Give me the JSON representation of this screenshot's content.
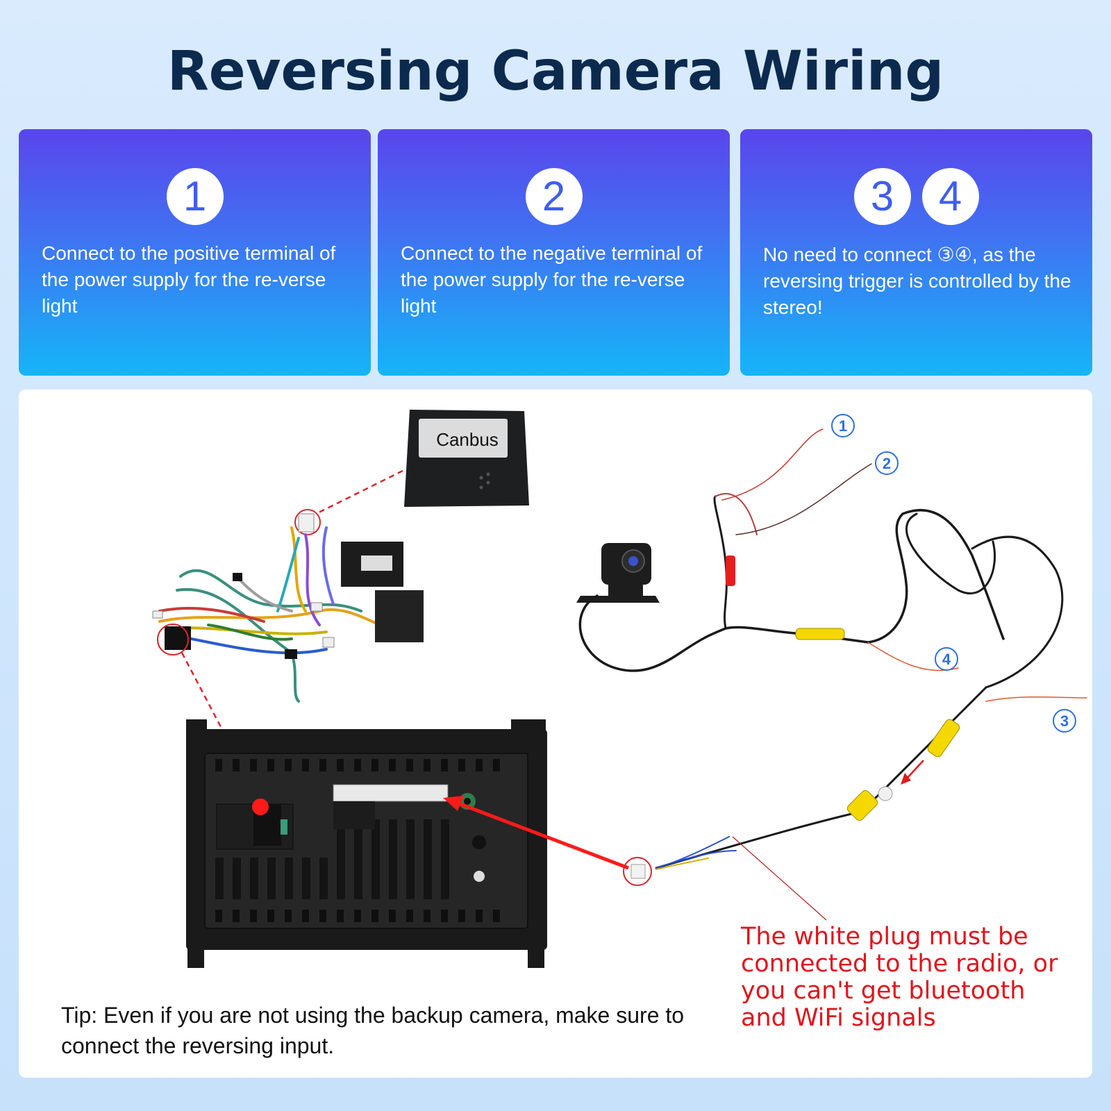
{
  "title": "Reversing Camera Wiring",
  "cards": [
    {
      "badges": [
        "1"
      ],
      "text": "Connect to the positive terminal of the power supply for the re-verse light"
    },
    {
      "badges": [
        "2"
      ],
      "text": "Connect to the negative terminal of the power supply for the re-verse light"
    },
    {
      "badges": [
        "3",
        "4"
      ],
      "text": "No need to connect ③④, as the reversing trigger is controlled by the stereo!"
    }
  ],
  "diagram": {
    "canbus_label": "Canbus",
    "callouts": [
      "1",
      "2",
      "3",
      "4"
    ]
  },
  "tip": "Tip: Even if you are not using the backup camera, make sure to connect the reversing input.",
  "warning": "The white plug must be connected to the radio, or you can't get bluetooth and WiFi signals",
  "colors": {
    "title": "#0b2a4e",
    "card_gradient_top": "#5a45ec",
    "card_gradient_bottom": "#15b5f8",
    "callout": "#2f6fe4",
    "warning": "#e0141c",
    "rca_yellow": "#f4d800"
  }
}
